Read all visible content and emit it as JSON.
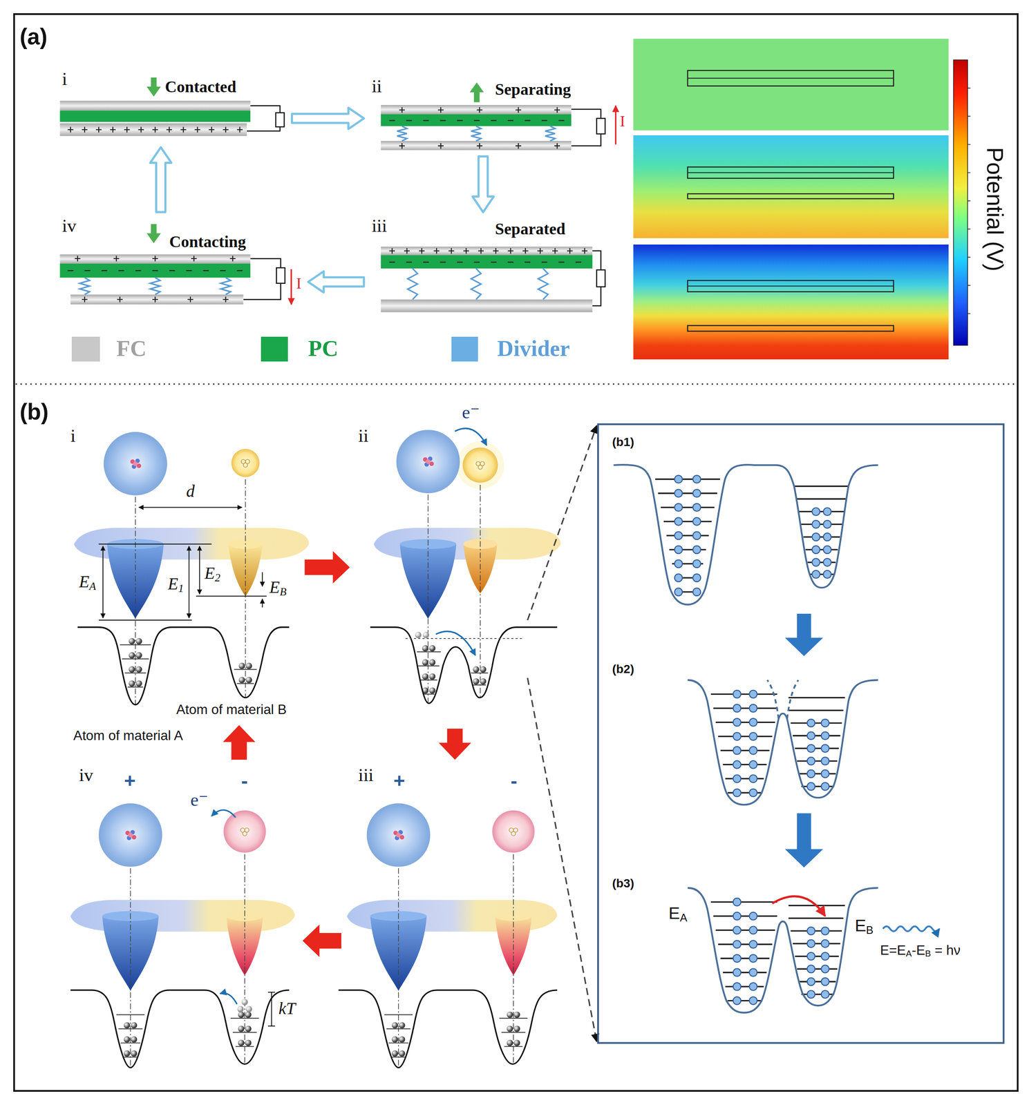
{
  "diagram": {
    "nodes": [
      {
        "text": [
          "(a)"
        ]
      },
      {
        "text": [
          "(b)"
        ]
      },
      {
        "text": [
          "i",
          "Contacted"
        ],
        "in": 0
      },
      {
        "text": [
          "ii",
          "Separating"
        ],
        "in": 0
      },
      {
        "text": [
          "iii",
          "Separated"
        ],
        "in": 0
      },
      {
        "text": [
          "iv",
          "Contacting"
        ],
        "in": 0
      },
      {
        "text": [
          "i"
        ],
        "in": 1
      },
      {
        "text": [
          "ii"
        ],
        "in": 1
      },
      {
        "text": [
          "iii"
        ],
        "in": 1
      },
      {
        "text": [
          "iv"
        ],
        "in": 1
      },
      {
        "text": [
          "(b1)"
        ],
        "in": 1
      },
      {
        "text": [
          "(b2)"
        ],
        "in": 1
      },
      {
        "text": [
          "(b3)",
          "EA",
          "EB",
          "E=EA-EB = hν"
        ],
        "in": 1
      }
    ],
    "edges": [
      {
        "from": 2,
        "to": 3,
        "arrow": "to"
      },
      {
        "from": 3,
        "to": 4,
        "arrow": "to"
      },
      {
        "from": 4,
        "to": 5,
        "arrow": "to"
      },
      {
        "from": 5,
        "to": 2,
        "arrow": "to"
      },
      {
        "from": 6,
        "to": 7,
        "arrow": "to"
      },
      {
        "from": 7,
        "to": 8,
        "arrow": "to"
      },
      {
        "from": 8,
        "to": 9,
        "arrow": "to"
      },
      {
        "from": 9,
        "to": 6,
        "arrow": "to"
      },
      {
        "from": 10,
        "to": 11,
        "arrow": "to"
      },
      {
        "from": 11,
        "to": 12,
        "arrow": "to"
      }
    ],
    "labels": [
      "I",
      "I",
      "Potential (V)",
      "d",
      "EA",
      "E1",
      "E2",
      "EB",
      "e⁻",
      "Atom of material B",
      "Atom of material A",
      "+",
      "-",
      "+",
      "-",
      "e⁻",
      "kT"
    ],
    "legend": [
      {
        "text": "FC",
        "color": "#c8c8c8"
      },
      {
        "text": "PC",
        "color": "#1aa64a"
      },
      {
        "text": "Divider",
        "color": "#6aaee3"
      }
    ]
  }
}
